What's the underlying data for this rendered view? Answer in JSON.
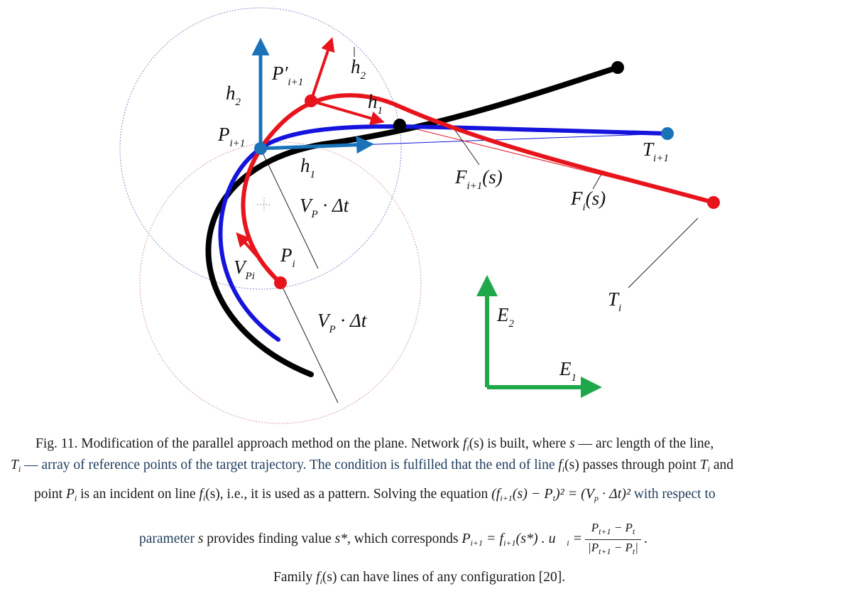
{
  "labels": {
    "h2_left": "h",
    "h2_left_sub": "2",
    "h2_top": "h",
    "h2_top_sub": "2",
    "h1_top": "h",
    "h1_top_sub": "1",
    "h1_bottom": "h",
    "h1_bottom_sub": "1",
    "p_prime": "P′",
    "p_prime_sub": "i+1",
    "p_next": "P",
    "p_next_sub": "i+1",
    "p_i": "P",
    "p_i_sub": "i",
    "v_pi": "V",
    "v_pi_sub": "Pi",
    "vp_dt_top": "V",
    "vp_dt_top_sub": "P",
    "vp_dt_top_rest": " · Δt",
    "vp_dt_bottom": "V",
    "vp_dt_bottom_sub": "P",
    "vp_dt_bottom_rest": " · Δt",
    "f_next": "F",
    "f_next_sub": "i+1",
    "f_next_rest": "(s)",
    "f_i": "F",
    "f_i_sub": "i",
    "f_i_rest": "(s)",
    "t_next": "T",
    "t_next_sub": "i+1",
    "t_i": "T",
    "t_i_sub": "i",
    "e2": "E",
    "e2_sub": "2",
    "e1": "E",
    "e1_sub": "1"
  },
  "colors": {
    "red": "#e8141c",
    "blue": "#1414dc",
    "black": "#000000",
    "axis_blue": "#1a72b8",
    "green": "#1fa84a",
    "circle_blue": "#8a8acb",
    "circle_red": "#d89a9a"
  },
  "caption": {
    "l1": "Fig. 11. Modification of the parallel approach method on the plane. Network ",
    "l1_f": "f",
    "l1_f_sub": "i",
    "l1_b": "(s) is built, where ",
    "l1_s": "s",
    "l1_c": " — arc length of the line,",
    "l2_t": "T",
    "l2_t_sub": "i",
    "l2_a": " — array of reference points of the target trajectory. The condition is fulfilled that the end of line ",
    "l2_f": "f",
    "l2_f_sub": "i",
    "l2_b": "(s) passes through point ",
    "l2_t2": "T",
    "l2_t2_sub": "i",
    "l2_c": " and",
    "l3_a": "point ",
    "l3_p": "P",
    "l3_p_sub": "i",
    "l3_b": " is an incident on line ",
    "l3_f": "f",
    "l3_f_sub": "i",
    "l3_c": "(s), i.e., it is used as a pattern. Solving the equation ",
    "l3_eq": "(f",
    "l3_eq_sub": "i+1",
    "l3_eq_b": "(s) − P",
    "l3_eq_sub2": "t",
    "l3_eq_c": ")² = (V",
    "l3_eq_sub3": "p",
    "l3_eq_d": " · Δt)²",
    "l3_d": " with respect to",
    "l4_a": "parameter ",
    "l4_s": "s",
    "l4_b": " provides finding value ",
    "l4_s2": "s*",
    "l4_c": ", which corresponds ",
    "l4_eq": "P",
    "l4_eq_sub": "i+1",
    "l4_eq_b": " = f",
    "l4_eq_sub2": "i+1",
    "l4_eq_c": "(s*) . u⃗",
    "l4_eq_sub3": "i",
    "l4_eq_d": " =",
    "l4_num": "P",
    "l4_num_sub": "t+1",
    "l4_num_b": " − P",
    "l4_num_sub2": "t",
    "l4_den": "|P",
    "l4_den_sub": "t+1",
    "l4_den_b": " − P",
    "l4_den_sub2": "t",
    "l4_den_c": "|",
    "l4_end": ".",
    "l5_a": "Family ",
    "l5_f": "f",
    "l5_f_sub": "i",
    "l5_b": "(s) can have lines of any configuration [20]."
  }
}
